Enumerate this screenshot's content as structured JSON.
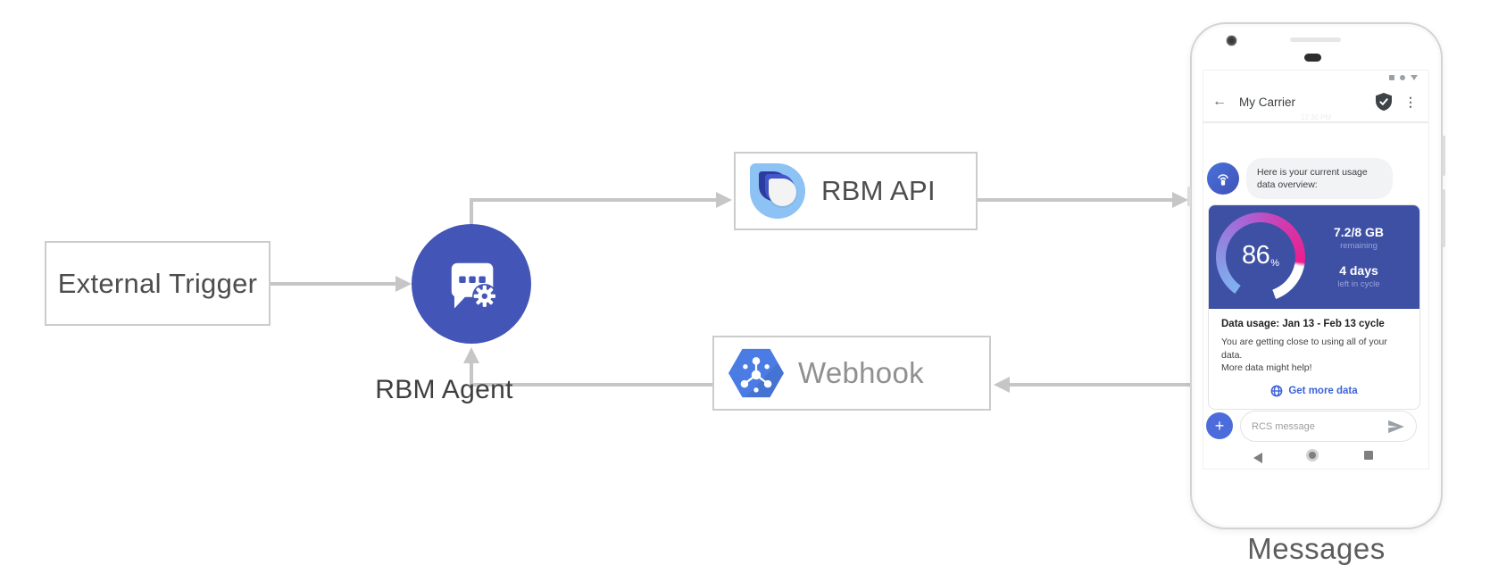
{
  "diagram": {
    "external_trigger_label": "External Trigger",
    "rbm_agent_label": "RBM Agent",
    "rbm_api_label": "RBM API",
    "webhook_label": "Webhook",
    "phone_caption": "Messages"
  },
  "phone": {
    "header": {
      "back_glyph": "←",
      "title": "My Carrier",
      "menu_glyph": "⋮"
    },
    "chat_timestamp": "12:30 PM",
    "agent_message": "Here is your current usage data overview:",
    "usage_card": {
      "gauge_percent": "86",
      "gauge_percent_sign": "%",
      "remaining_value": "7.2/8 GB",
      "remaining_label": "remaining",
      "cycle_value": "4 days",
      "cycle_label": "left in cycle",
      "title": "Data usage: Jan 13 - Feb 13 cycle",
      "body_line1": "You are getting close to using all of your data.",
      "body_line2": "More data might help!",
      "action_label": "Get more data"
    },
    "composer": {
      "plus_glyph": "+",
      "placeholder": "RCS message"
    }
  },
  "colors": {
    "agent_circle": "#4355b7",
    "usage_card_blue": "#3e50a4",
    "link_blue": "#3b63d6",
    "webhook_hexagon": "#4b7ce4",
    "rbm_logo_light_blue": "#8cc2f4",
    "gauge_light_blue": "#7fb3f0",
    "gauge_purple": "#a865d8",
    "gauge_magenta": "#ec1e90",
    "connector_gray": "#c6c6c6"
  }
}
